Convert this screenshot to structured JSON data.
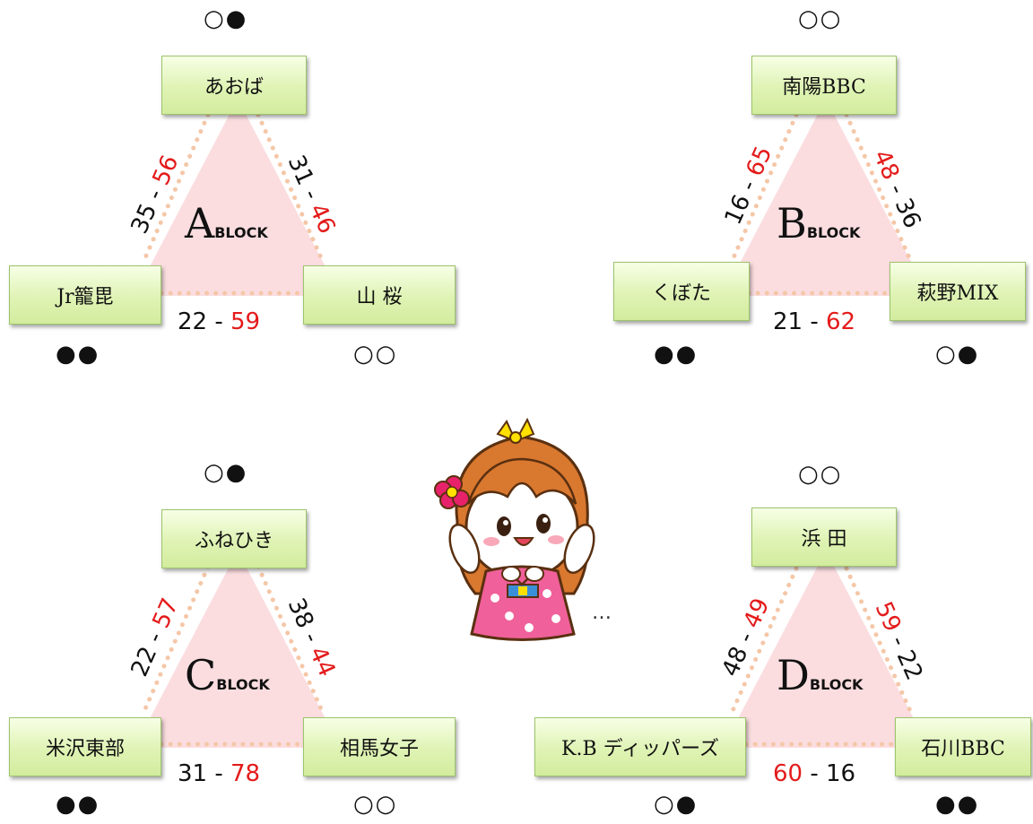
{
  "blocks": {
    "a": {
      "label_letter": "A",
      "label_suffix": "BLOCK",
      "top": {
        "name": "あおば",
        "marks": "○●"
      },
      "left": {
        "name": "Jr籠毘",
        "marks": "●●"
      },
      "right": {
        "name": "山 桜",
        "marks": "○○"
      },
      "left_score": {
        "lose": "35",
        "sep": "-",
        "win": "56"
      },
      "right_score": {
        "lose": "31",
        "sep": "-",
        "win": "46"
      },
      "bottom_score": {
        "lose": "22",
        "sep": "-",
        "win": "59"
      }
    },
    "b": {
      "label_letter": "B",
      "label_suffix": "BLOCK",
      "top": {
        "name": "南陽BBC",
        "marks": "○○"
      },
      "left": {
        "name": "くぼた",
        "marks": "●●"
      },
      "right": {
        "name": "萩野MIX",
        "marks": "○●"
      },
      "left_score": {
        "lose": "16",
        "sep": "-",
        "win": "65"
      },
      "right_score": {
        "win": "48",
        "sep": "-",
        "lose": "36"
      },
      "bottom_score": {
        "lose": "21",
        "sep": "-",
        "win": "62"
      }
    },
    "c": {
      "label_letter": "C",
      "label_suffix": "BLOCK",
      "top": {
        "name": "ふねひき",
        "marks": "○●"
      },
      "left": {
        "name": "米沢東部",
        "marks": "●●"
      },
      "right": {
        "name": "相馬女子",
        "marks": "○○"
      },
      "left_score": {
        "lose": "22",
        "sep": "-",
        "win": "57"
      },
      "right_score": {
        "lose": "38",
        "sep": "-",
        "win": "44"
      },
      "bottom_score": {
        "lose": "31",
        "sep": "-",
        "win": "78"
      }
    },
    "d": {
      "label_letter": "D",
      "label_suffix": "BLOCK",
      "top": {
        "name": "浜 田",
        "marks": "○○"
      },
      "left": {
        "name": "K.B ディッパーズ",
        "marks": "○●"
      },
      "right": {
        "name": "石川BBC",
        "marks": "●●"
      },
      "left_score": {
        "lose": "48",
        "sep": "-",
        "win": "49"
      },
      "right_score": {
        "win": "59",
        "sep": "-",
        "lose": "22"
      },
      "bottom_score": {
        "win": "60",
        "sep": "-",
        "lose": "16"
      }
    }
  },
  "mascot": {
    "ellipsis": "…",
    "icon": "kimono-girl-mascot-icon"
  },
  "colors": {
    "win": "#e41b1b",
    "triangle": "#fbdde0",
    "dots": "#f4c7a8",
    "box": "#dff3b4"
  }
}
